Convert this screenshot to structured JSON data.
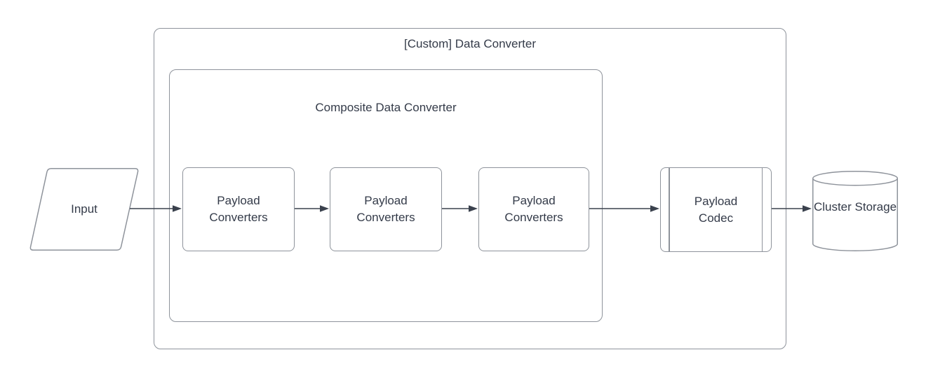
{
  "colors": {
    "background": "#ffffff",
    "border": "#8e939b",
    "arrow": "#3a414d",
    "text": "#343b49"
  },
  "diagram": {
    "outer_container": {
      "title": "[Custom] Data Converter"
    },
    "inner_container": {
      "title": "Composite Data Converter"
    },
    "nodes": {
      "input": {
        "label": "Input",
        "shape": "parallelogram"
      },
      "payload_converters": [
        {
          "label": "Payload Converters"
        },
        {
          "label": "Payload Converters"
        },
        {
          "label": "Payload Converters"
        }
      ],
      "payload_codec": {
        "label": "Payload Codec",
        "shape": "predefined-process"
      },
      "cluster_storage": {
        "label": "Cluster Storage",
        "shape": "cylinder"
      }
    }
  }
}
